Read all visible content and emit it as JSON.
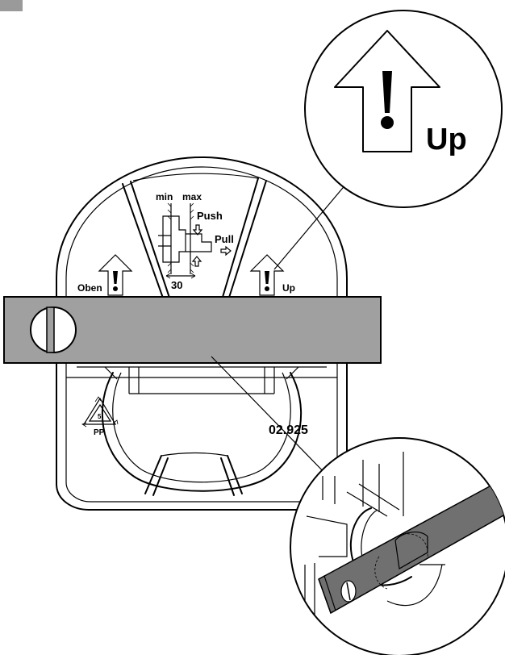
{
  "gauge": {
    "min_label": "min",
    "max_label": "max",
    "push_label": "Push",
    "pull_label": "Pull",
    "size_label": "30"
  },
  "arrows": {
    "left_label": "Oben",
    "right_label": "Up"
  },
  "callout": {
    "label": "Up"
  },
  "recycling": {
    "code": "5",
    "material": "PP"
  },
  "part_number": "02.925",
  "colors": {
    "level_bar": "#a0a0a0",
    "zoom_bar": "#707070",
    "outline": "#000000",
    "background": "#ffffff"
  }
}
